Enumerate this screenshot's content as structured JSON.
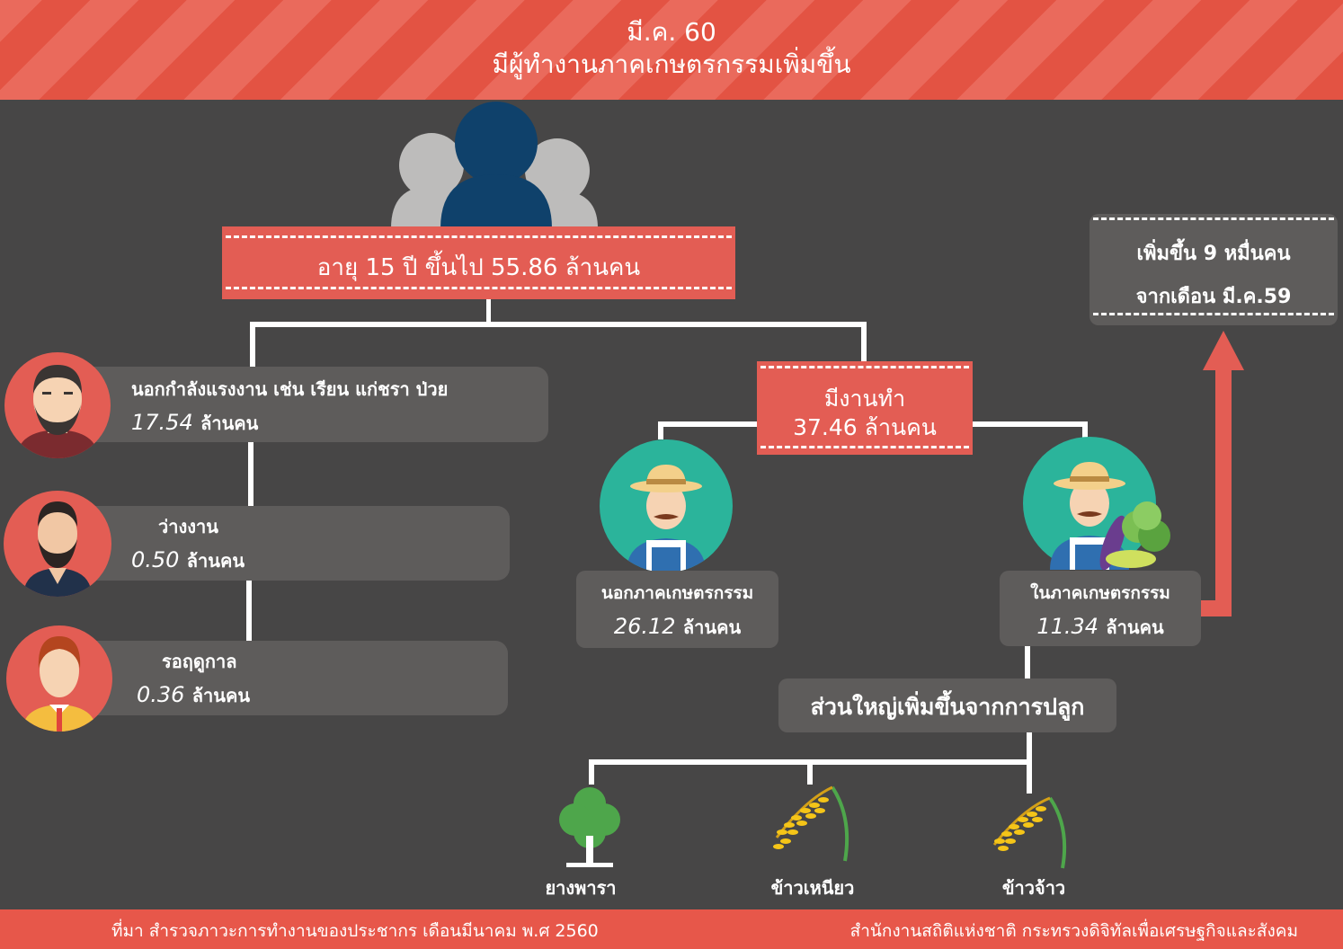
{
  "header": {
    "line1": "มี.ค. 60",
    "line2": "มีผู้ทำงานภาคเกษตรกรรมเพิ่มขึ้น"
  },
  "population": {
    "label": "อายุ 15 ปี ขึ้นไป 55.86 ล้านคน"
  },
  "outside_labor": {
    "label": "นอกกำลังแรงงาน  เช่น เรียน แก่ชรา ป่วย",
    "value": "17.54",
    "unit": "ล้านคน"
  },
  "unemployed": {
    "label": "ว่างงาน",
    "value": "0.50",
    "unit": "ล้านคน"
  },
  "seasonal": {
    "label": "รอฤดูกาล",
    "value": "0.36",
    "unit": "ล้านคน"
  },
  "employed": {
    "label": "มีงานทำ",
    "value": "37.46 ล้านคน"
  },
  "non_agri": {
    "label": "นอกภาคเกษตรกรรม",
    "value": "26.12",
    "unit": "ล้านคน"
  },
  "agri": {
    "label": "ในภาคเกษตรกรรม",
    "value": "11.34",
    "unit": "ล้านคน"
  },
  "increase": {
    "line1": "เพิ่มขึ้น  9  หมื่นคน",
    "line2": "จากเดือน  มี.ค.59"
  },
  "mostly": {
    "label": "ส่วนใหญ่เพิ่มขึ้นจากการปลูก"
  },
  "crops": [
    "ยางพารา",
    "ข้าวเหนียว",
    "ข้าวจ้าว"
  ],
  "footer": {
    "source": "ที่มา  สำรวจภาวะการทำงานของประชากร  เดือนมีนาคม  พ.ศ 2560",
    "org": "สำนักงานสถิติแห่งชาติ  กระทรวงดิจิทัลเพื่อเศรษฐกิจและสังคม"
  },
  "colors": {
    "accent_red": "#e35d54",
    "background": "#474646",
    "pill": "#5e5c5b",
    "teal": "#2bb49b"
  }
}
